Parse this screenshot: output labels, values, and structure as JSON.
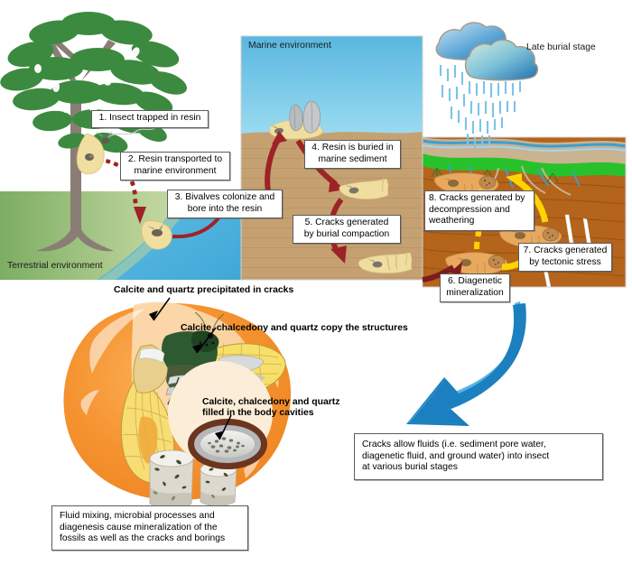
{
  "figure": {
    "kind": "taphonomy-process-diagram",
    "panel_captions": [
      {
        "name": "terrestrial",
        "text": "Terrestrial environment"
      },
      {
        "name": "marine",
        "text": "Marine environment"
      },
      {
        "name": "late-burial",
        "text": "Late burial stage"
      }
    ]
  },
  "steps": [
    {
      "num": "1",
      "label": "1. Insect trapped in resin"
    },
    {
      "num": "2",
      "label": "2. Resin transported to\nmarine environment"
    },
    {
      "num": "3",
      "label": "3. Bivalves colonize and\nbore into the resin"
    },
    {
      "num": "4",
      "label": "4. Resin is buried in\nmarine sediment"
    },
    {
      "num": "5",
      "label": "5. Cracks generated\nby burial compaction"
    },
    {
      "num": "6",
      "label": "6. Diagenetic\nmineralization"
    },
    {
      "num": "7",
      "label": "7. Cracks generated\nby tectonic stress"
    },
    {
      "num": "8",
      "label": "8. Cracks generated by\ndecompression and\nweathering"
    }
  ],
  "annotations": [
    {
      "name": "cracks-precipitate",
      "text": "Calcite and quartz precipitated in cracks"
    },
    {
      "name": "copy-structures",
      "text": "Calcite, chalcedony and quartz copy the structures"
    },
    {
      "name": "body-cavities",
      "text": "Calcite, chalcedony and quartz\nfilled in the body cavities"
    }
  ],
  "notes": [
    {
      "name": "fluid-note",
      "text": "Cracks allow fluids (i.e. sediment pore water,\ndiagenetic fluid, and ground water) into insect\nat various burial stages"
    },
    {
      "name": "diagenesis-note",
      "text": "Fluid mixing, microbial processes and\ndiagenesis cause mineralization of the\nfossils as well as the cracks and borings"
    }
  ],
  "colors": {
    "marine_water_top": "#63bde3",
    "marine_water_bottom": "#8fd3ee",
    "marine_sediment": "#c5a172",
    "terrestrial_grass": "#84b06a",
    "terrestrial_water": "#56b6e2",
    "soil_brown": "#b4641b",
    "vegetation_green": "#27c22b",
    "amber_orange": "#f59331",
    "amber_pale": "#fbd9ae",
    "wing_yellow": "#f7e06a",
    "arrow_dark_red": "#9e2326",
    "arrow_yellow": "#ffd400",
    "arrow_blue": "#1c80c0",
    "tree_foliage": "#3c8a3f",
    "tree_trunk": "#8a7d75",
    "rain_blue": "#7cc4e8",
    "cloud_blue": "#2a7fc1"
  }
}
